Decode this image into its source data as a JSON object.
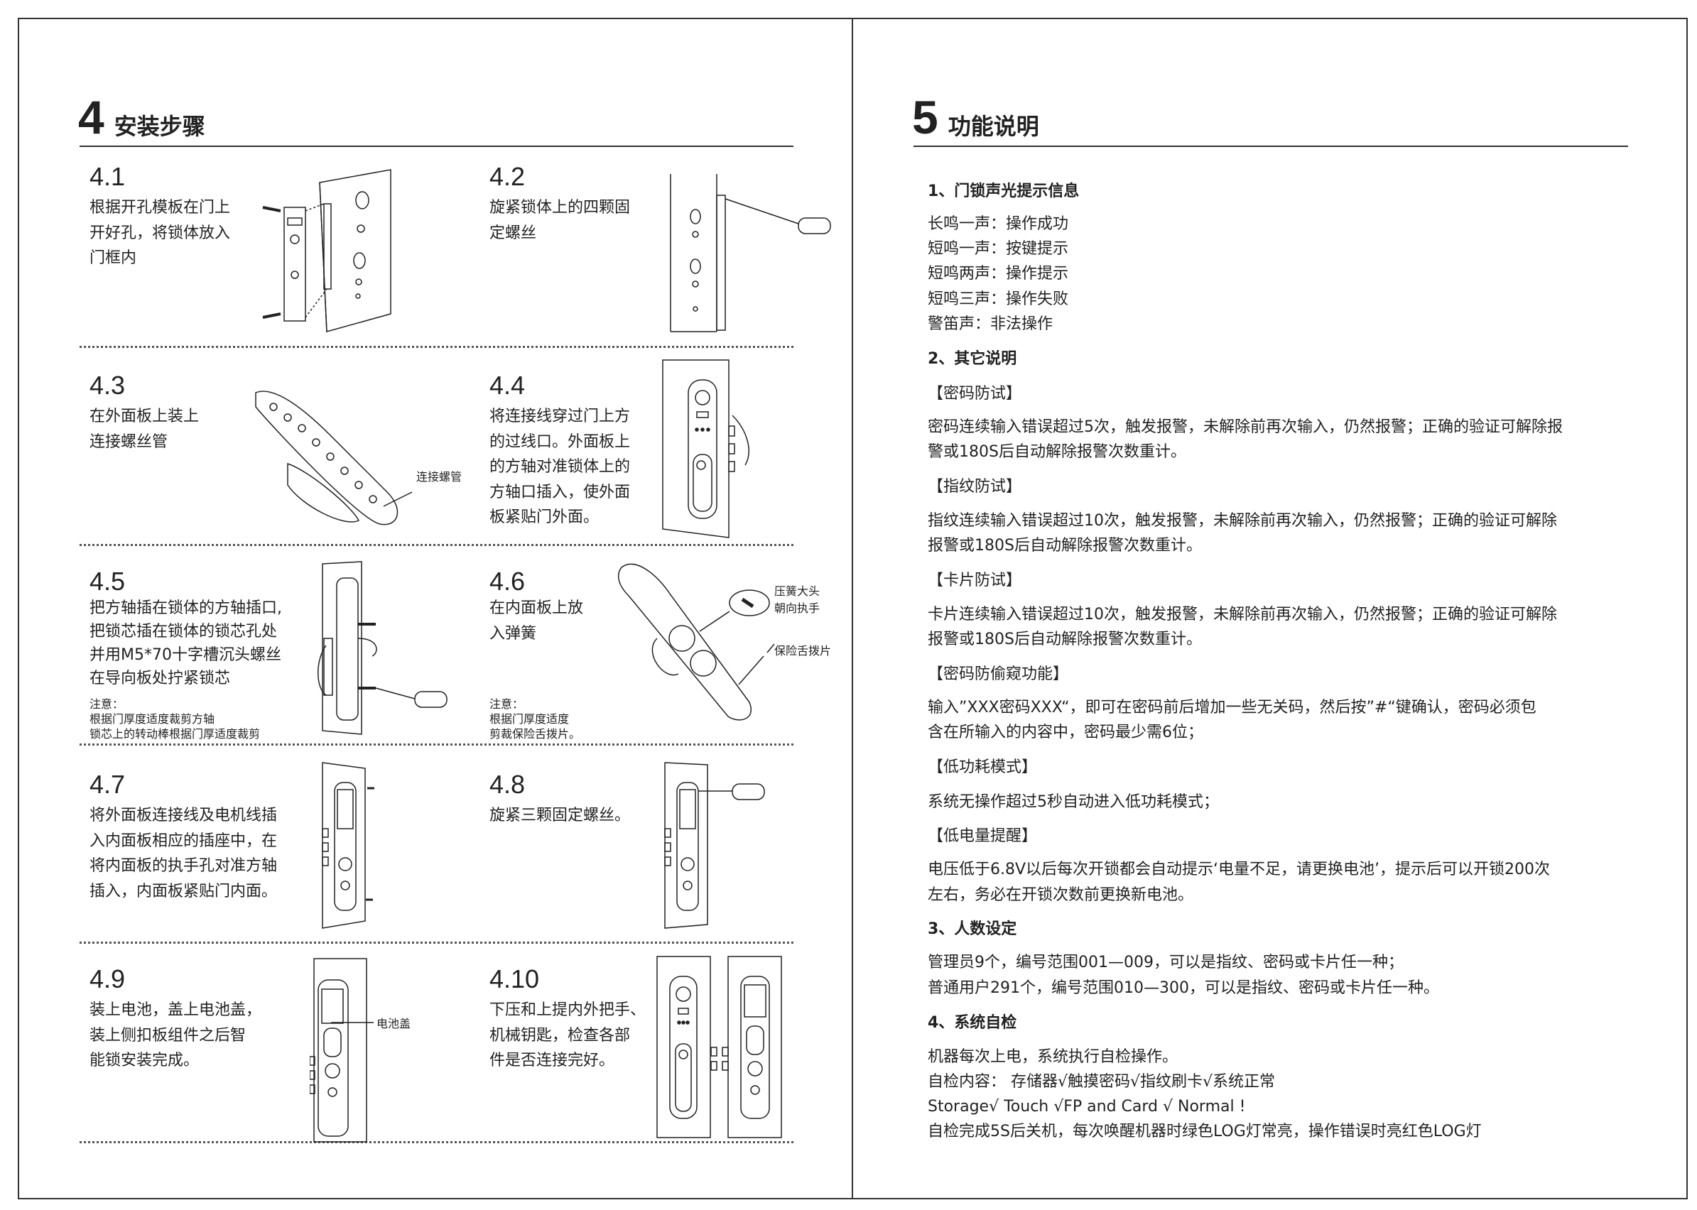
{
  "left": {
    "section_number": "4",
    "section_title": "安装步骤",
    "steps": [
      {
        "number": "4.1",
        "lines": [
          "根据开孔模板在门上",
          "开好孔，将锁体放入",
          "门框内"
        ],
        "notes": []
      },
      {
        "number": "4.2",
        "lines": [
          "旋紧锁体上的四颗固",
          "定螺丝"
        ],
        "notes": []
      },
      {
        "number": "4.3",
        "lines": [
          "在外面板上装上",
          "连接螺丝管"
        ],
        "notes": []
      },
      {
        "number": "4.4",
        "lines": [
          "将连接线穿过门上方",
          "的过线口。外面板上",
          "的方轴对准锁体上的",
          "方轴口插入，使外面",
          "板紧贴门外面。"
        ],
        "notes": []
      },
      {
        "number": "4.5",
        "lines": [
          "把方轴插在锁体的方轴插口,",
          "把锁芯插在锁体的锁芯孔处",
          "并用M5*70十字槽沉头螺丝",
          "在导向板处拧紧锁芯"
        ],
        "notes": [
          "注意：",
          "根据门厚度适度裁剪方轴",
          "锁芯上的转动棒根据门厚适度裁剪"
        ]
      },
      {
        "number": "4.6",
        "lines": [
          "在内面板上放",
          "入弹簧"
        ],
        "notes": [
          "注意：",
          "根据门厚度适度",
          "剪裁保险舌拨片。"
        ]
      },
      {
        "number": "4.7",
        "lines": [
          "将外面板连接线及电机线插",
          "入内面板相应的插座中，在",
          "将内面板的执手孔对准方轴",
          "插入，内面板紧贴门内面。"
        ],
        "notes": []
      },
      {
        "number": "4.8",
        "lines": [
          "旋紧三颗固定螺丝。"
        ],
        "notes": []
      },
      {
        "number": "4.9",
        "lines": [
          "装上电池，盖上电池盖，",
          "装上侧扣板组件之后智",
          "能锁安装完成。"
        ],
        "notes": []
      },
      {
        "number": "4.10",
        "lines": [
          "下压和上提内外把手、",
          "机械钥匙，检查各部",
          "件是否连接完好。"
        ],
        "notes": []
      }
    ],
    "figure_labels": {
      "connect_tube": "连接螺管",
      "spring_1": "压簧大头",
      "spring_2": "朝向执手",
      "safety_tab": "保险舌拨片",
      "battery_cover": "电池盖"
    }
  },
  "right": {
    "section_number": "5",
    "section_title": "功能说明",
    "lines": [
      {
        "type": "h",
        "text": "1、门锁声光提示信息"
      },
      {
        "type": "t",
        "text": "长鸣一声：操作成功"
      },
      {
        "type": "t",
        "text": "短鸣一声：按键提示"
      },
      {
        "type": "t",
        "text": "短鸣两声：操作提示"
      },
      {
        "type": "t",
        "text": "短鸣三声：操作失败"
      },
      {
        "type": "t",
        "text": "警笛声：非法操作"
      },
      {
        "type": "h",
        "text": "2、其它说明"
      },
      {
        "type": "t",
        "text": "【密码防试】"
      },
      {
        "type": "t",
        "text": "密码连续输入错误超过5次，触发报警，未解除前再次输入，仍然报警；正确的验证可解除报"
      },
      {
        "type": "t",
        "text": "警或180S后自动解除报警次数重计。"
      },
      {
        "type": "t",
        "text": "【指纹防试】"
      },
      {
        "type": "t",
        "text": "指纹连续输入错误超过10次，触发报警，未解除前再次输入，仍然报警；正确的验证可解除"
      },
      {
        "type": "t",
        "text": "报警或180S后自动解除报警次数重计。"
      },
      {
        "type": "t",
        "text": "【卡片防试】"
      },
      {
        "type": "t",
        "text": "卡片连续输入错误超过10次，触发报警，未解除前再次输入，仍然报警；正确的验证可解除"
      },
      {
        "type": "t",
        "text": "报警或180S后自动解除报警次数重计。"
      },
      {
        "type": "t",
        "text": "【密码防偷窥功能】"
      },
      {
        "type": "t",
        "text": "输入”XXX密码XXX“，即可在密码前后增加一些无关码，然后按”#“键确认，密码必须包"
      },
      {
        "type": "t",
        "text": "含在所输入的内容中，密码最少需6位；"
      },
      {
        "type": "t",
        "text": "【低功耗模式】"
      },
      {
        "type": "t",
        "text": "系统无操作超过5秒自动进入低功耗模式；"
      },
      {
        "type": "t",
        "text": "【低电量提醒】"
      },
      {
        "type": "t",
        "text": " 电压低于6.8V以后每次开锁都会自动提示‘电量不足，请更换电池’，提示后可以开锁200次"
      },
      {
        "type": "t",
        "text": "左右，务必在开锁次数前更换新电池。"
      },
      {
        "type": "h",
        "text": "3、人数设定"
      },
      {
        "type": "t",
        "text": "管理员9个，编号范围001—009，可以是指纹、密码或卡片任一种；"
      },
      {
        "type": "t",
        "text": "普通用户291个，编号范围010—300，可以是指纹、密码或卡片任一种。"
      },
      {
        "type": "h",
        "text": "4、系统自检"
      },
      {
        "type": "t",
        "text": "机器每次上电，系统执行自检操作。"
      },
      {
        "type": "t",
        "text": "自检内容：   存储器√触摸密码√指纹刷卡√系统正常"
      },
      {
        "type": "t",
        "text": "Storage√ Touch √FP and Card √ Normal !"
      },
      {
        "type": "t",
        "text": "自检完成5S后关机，每次唤醒机器时绿色LOG灯常亮，操作错误时亮红色LOG灯"
      }
    ]
  }
}
